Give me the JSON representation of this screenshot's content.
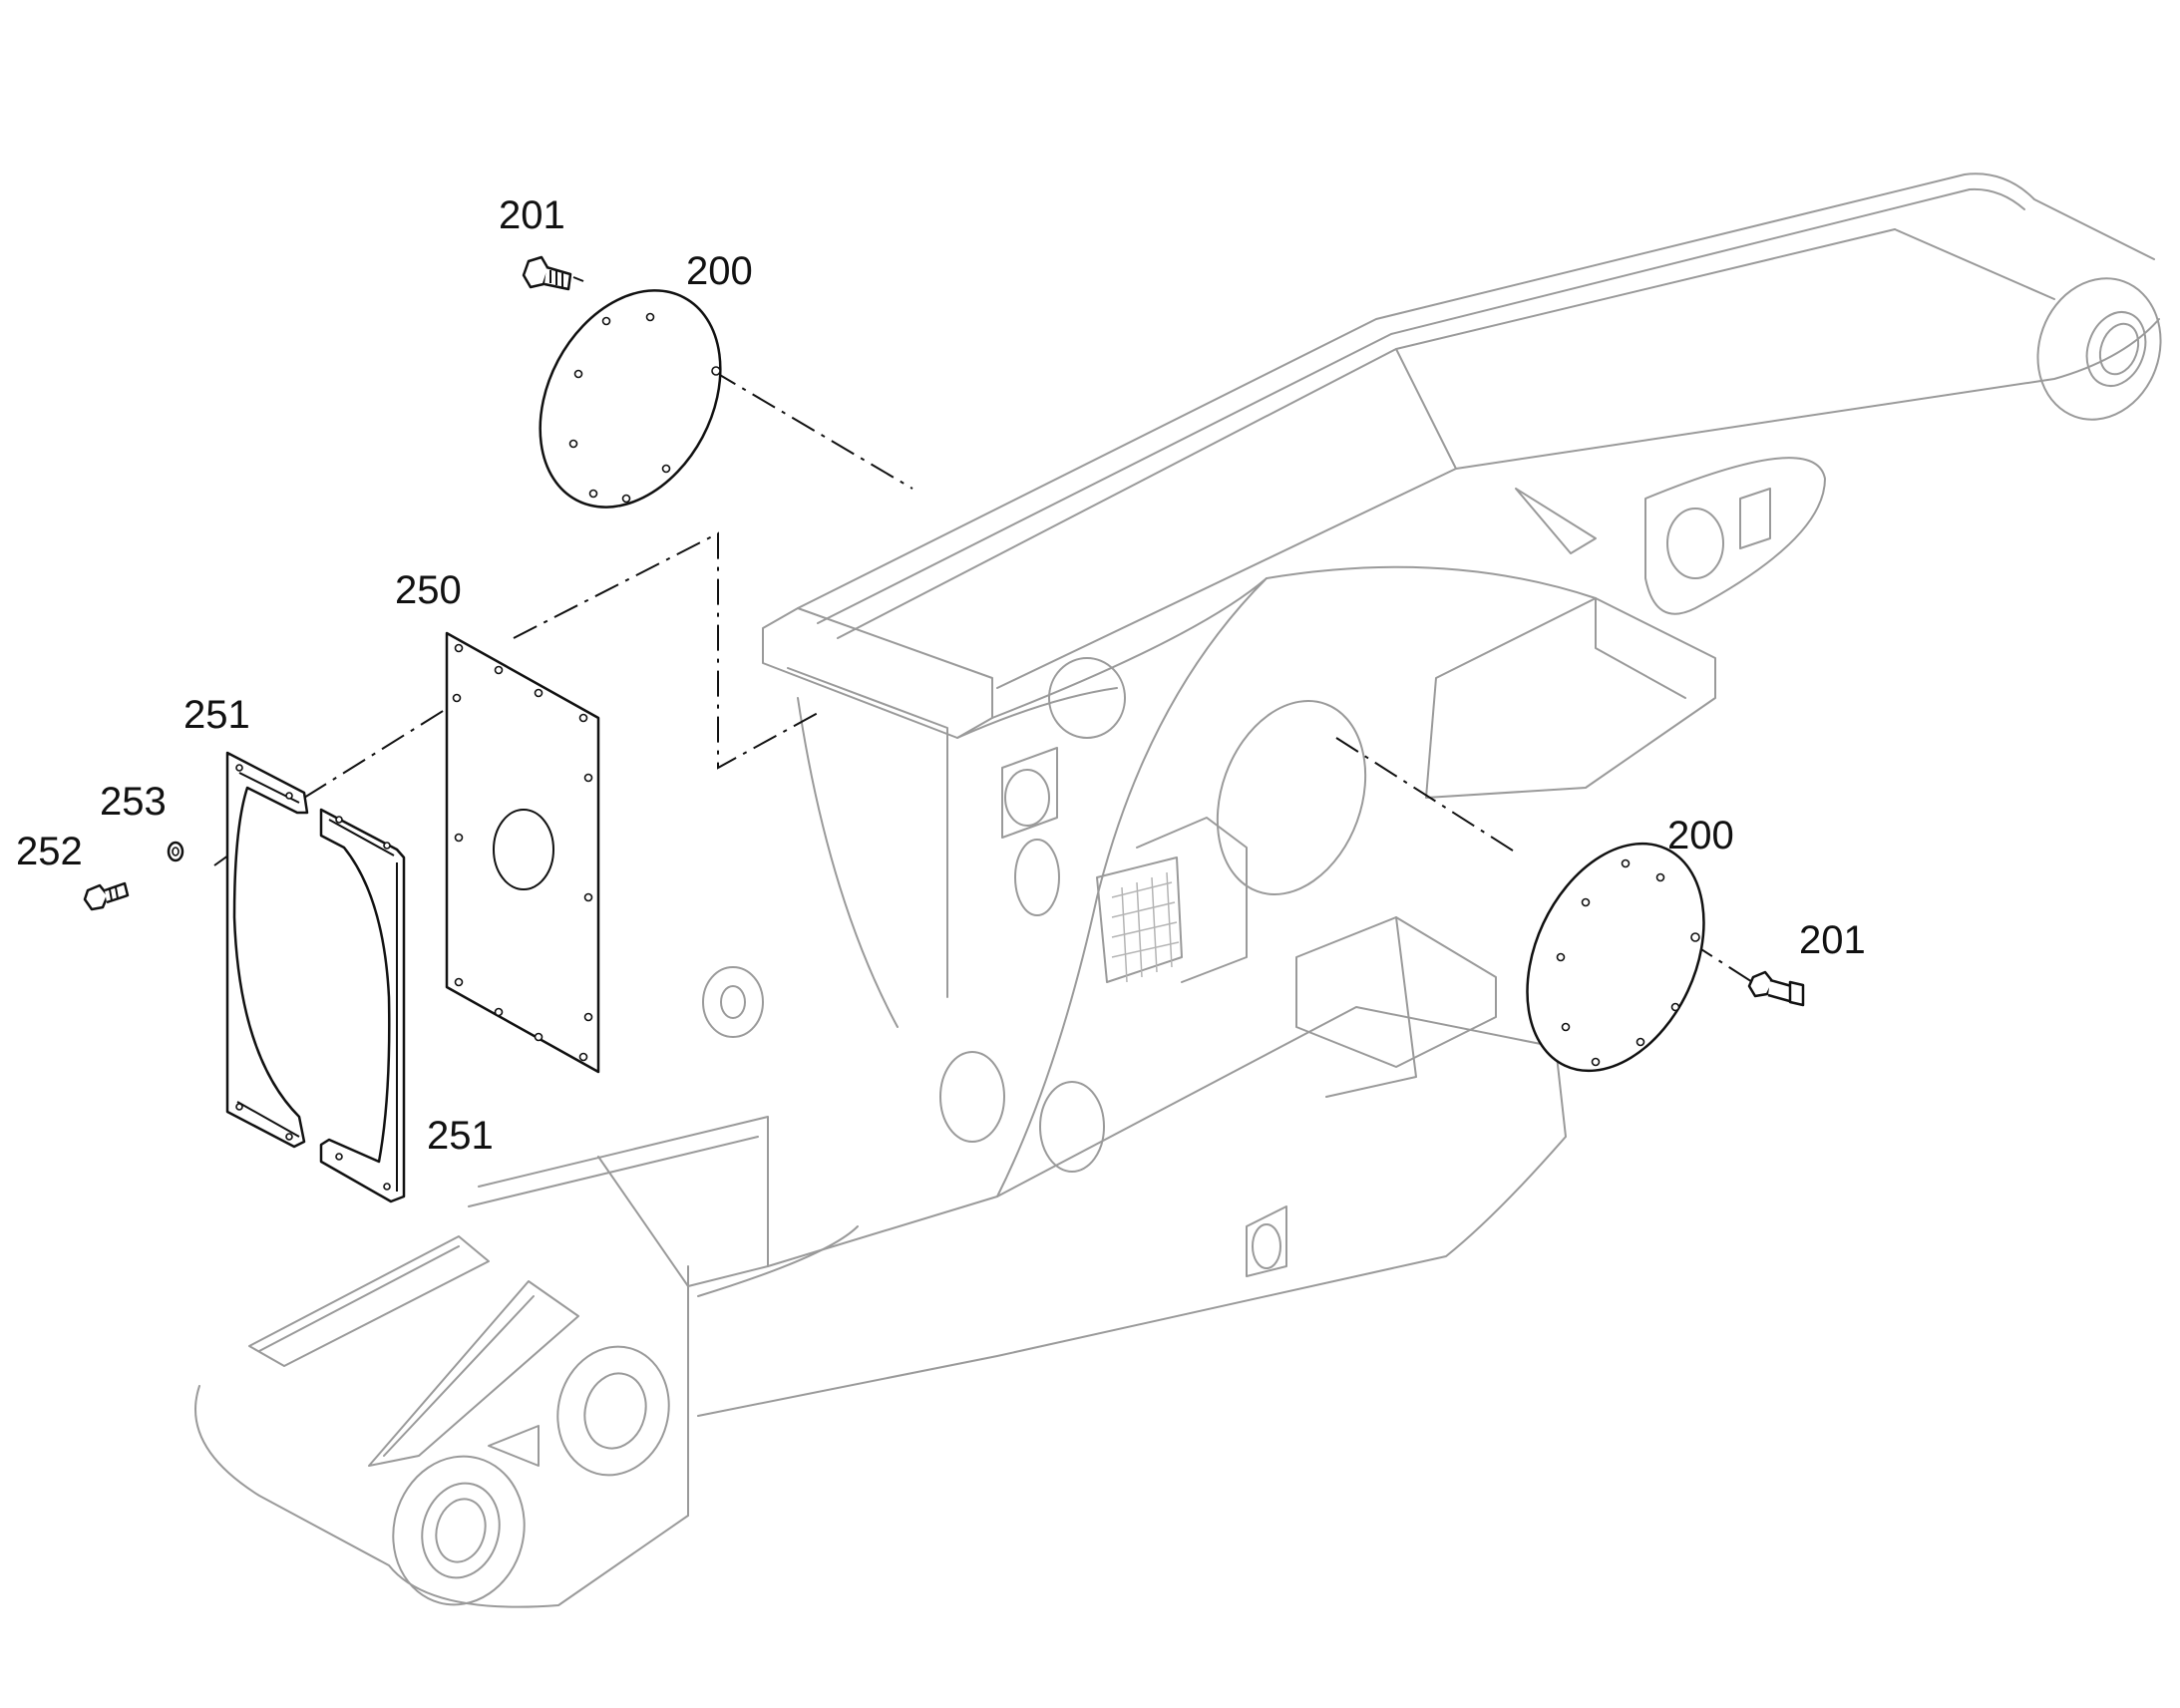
{
  "callouts": {
    "c201_top": "201",
    "c200_top": "200",
    "c250": "250",
    "c251_top": "251",
    "c253": "253",
    "c252": "252",
    "c251_bottom": "251",
    "c200_right": "200",
    "c201_right": "201"
  },
  "colors": {
    "ink": "#111111",
    "ghost": "#9a9a9a",
    "background": "#ffffff"
  }
}
